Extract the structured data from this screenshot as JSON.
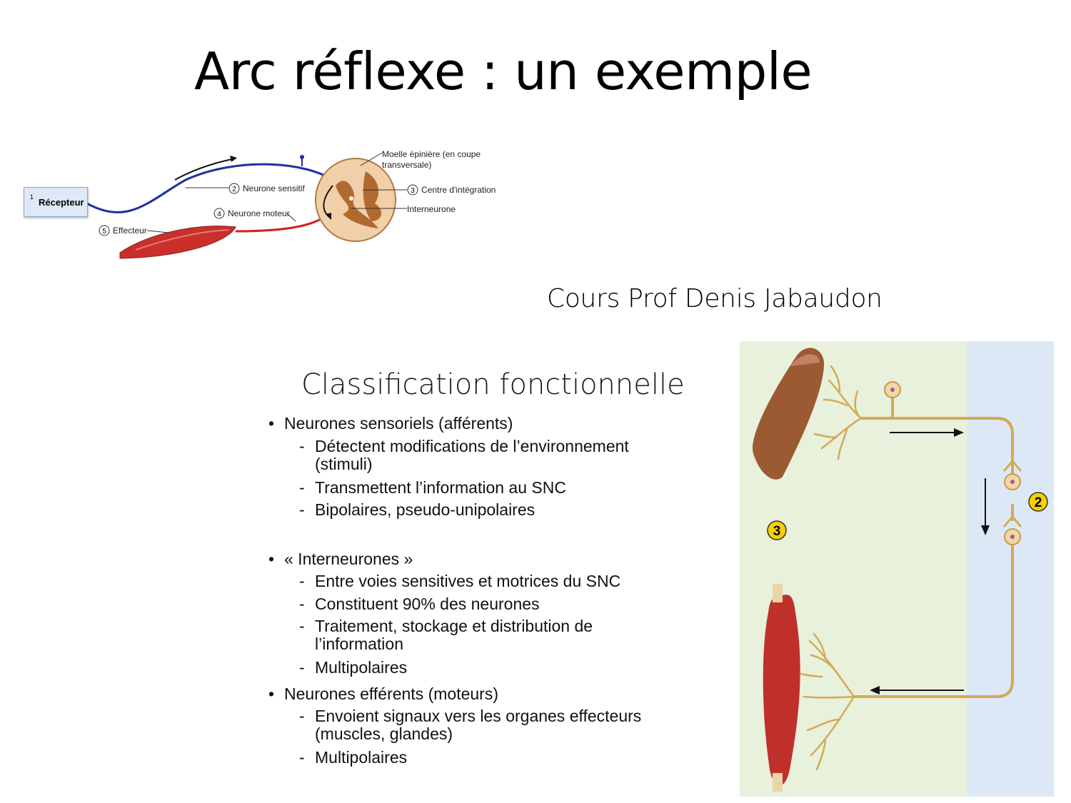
{
  "slide": {
    "title": "Arc réflexe : un exemple",
    "credit": "Cours Prof Denis Jabaudon"
  },
  "reflex_diagram": {
    "receptor": {
      "number": "1",
      "label": "Récepteur"
    },
    "labels": {
      "spinal_cord": "Moelle épinière (en coupe",
      "spinal_cord_line2": "transversale)",
      "sensory_neuron": "Neurone sensitif",
      "integration_center": "Centre d'intégration",
      "motor_neuron": "Neurone moteur",
      "interneuron": "Interneurone",
      "effector": "Effecteur"
    },
    "numbers": {
      "sensory": "2",
      "integration": "3",
      "motor": "4",
      "effector": "5"
    }
  },
  "classification": {
    "title": "Classification fonctionnelle",
    "sections": [
      {
        "heading": "Neurones sensoriels (afférents)",
        "items": [
          [
            "Détectent modifications de l’environnement",
            "(stimuli)"
          ],
          [
            "Transmettent l’information au SNC"
          ],
          [
            "Bipolaires, pseudo-unipolaires"
          ]
        ]
      },
      {
        "heading": "« Interneurones »",
        "items": [
          [
            "Entre voies sensitives et motrices du SNC"
          ],
          [
            "Constituent 90% des neurones"
          ],
          [
            "Traitement, stockage et distribution de",
            "l’information"
          ],
          [
            "Multipolaires"
          ]
        ]
      },
      {
        "heading": "Neurones efférents (moteurs)",
        "items": [
          [
            "Envoient signaux vers les organes effecteurs",
            "(muscles, glandes)"
          ],
          [
            "Multipolaires"
          ]
        ]
      }
    ],
    "bullet": "•",
    "dash": "-"
  },
  "neuron_figure": {
    "badge_2": "2",
    "badge_3": "3",
    "colors": {
      "pns_bg": "#e8f1dc",
      "cns_bg": "#dde8f7",
      "axon": "#d4aa55",
      "badge": "#f4d000"
    }
  }
}
